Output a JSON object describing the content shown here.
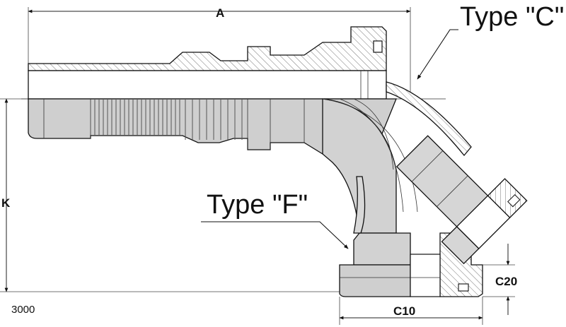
{
  "labels": {
    "dim_a": "A",
    "dim_k": "K",
    "dim_c10": "C10",
    "dim_c20": "C20",
    "type_c": "Type \"C\"",
    "type_f": "Type \"F\"",
    "series_code": "3000"
  },
  "colors": {
    "body_fill": "#cdcdcd",
    "body_fill_light": "#dedede",
    "hatch": "#666666",
    "line": "#111111"
  }
}
